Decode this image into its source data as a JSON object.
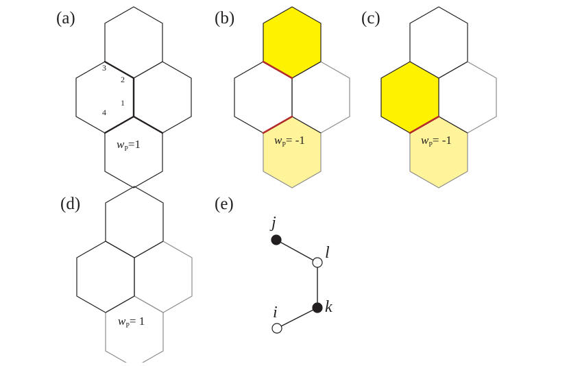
{
  "colors": {
    "stroke_dark": "#231f20",
    "stroke_gray": "#8c8c8c",
    "fill_bright_yellow": "#fff200",
    "fill_light_yellow": "#fff49a",
    "highlight_edge": "#b22a2a",
    "node_filled": "#231f20",
    "node_open": "#ffffff"
  },
  "panels": {
    "a": {
      "label": "(a)",
      "edge_numbers": [
        "3",
        "2",
        "1",
        "4"
      ],
      "weight": {
        "w": "w",
        "sub": "P",
        "value": "=1"
      },
      "hex_fills": [
        "none",
        "none",
        "none",
        "none"
      ]
    },
    "b": {
      "label": "(b)",
      "weight": {
        "w": "w",
        "sub": "P",
        "value": "= -1"
      },
      "hex_fills": [
        "bright_yellow",
        "none",
        "none",
        "light_yellow"
      ]
    },
    "c": {
      "label": "(c)",
      "weight": {
        "w": "w",
        "sub": "P",
        "value": "= -1"
      },
      "hex_fills": [
        "none",
        "bright_yellow",
        "none",
        "light_yellow"
      ]
    },
    "d": {
      "label": "(d)",
      "weight": {
        "w": "w",
        "sub": "P",
        "value": "= 1"
      },
      "hex_fills": [
        "none",
        "none",
        "none",
        "none"
      ]
    },
    "e": {
      "label": "(e)",
      "nodes": [
        {
          "name": "j",
          "filled": true
        },
        {
          "name": "l",
          "filled": false
        },
        {
          "name": "k",
          "filled": true
        },
        {
          "name": "i",
          "filled": false
        }
      ]
    }
  }
}
